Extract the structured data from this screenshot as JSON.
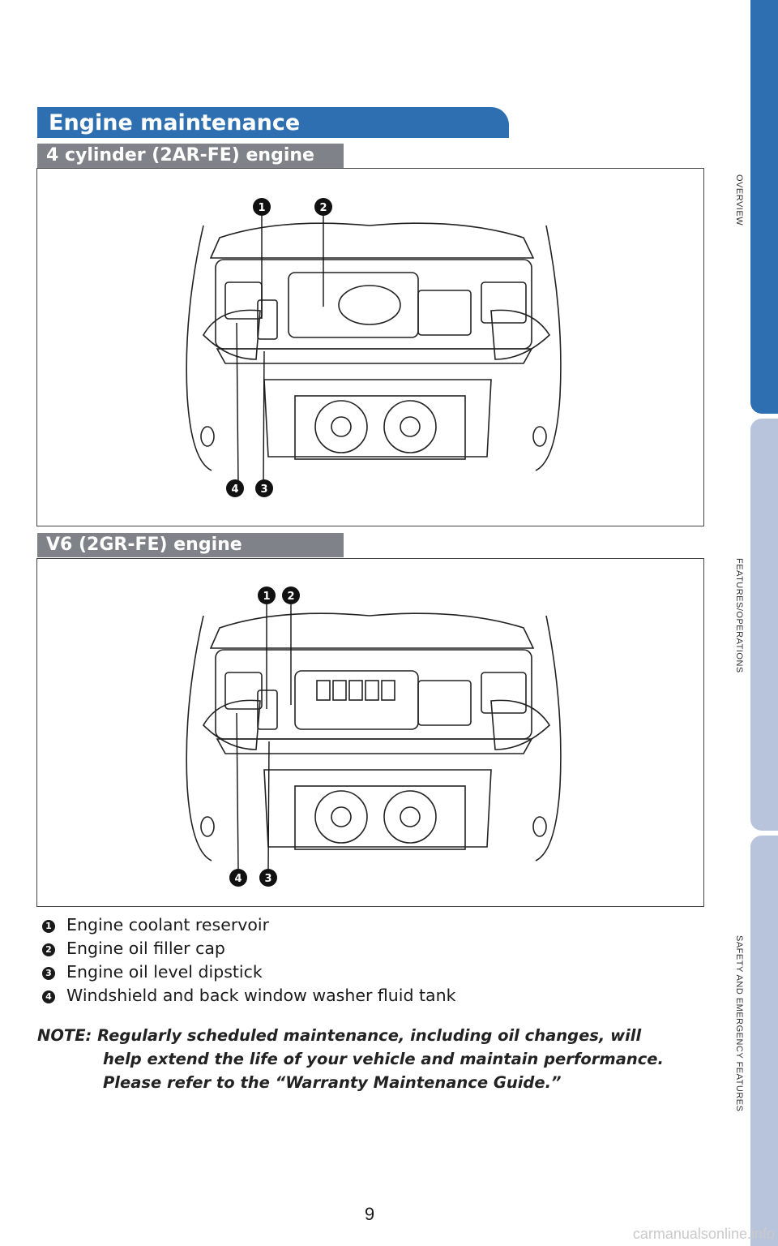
{
  "section_title": "Engine maintenance",
  "diagrams": [
    {
      "title": "4 cylinder (2AR-FE) engine",
      "callouts": [
        "1",
        "2",
        "4",
        "3"
      ]
    },
    {
      "title": "V6 (2GR-FE) engine",
      "callouts": [
        "1",
        "2",
        "4",
        "3"
      ]
    }
  ],
  "legend": [
    {
      "number": "1",
      "text": "Engine coolant reservoir"
    },
    {
      "number": "2",
      "text": "Engine oil filler cap"
    },
    {
      "number": "3",
      "text": "Engine oil level dipstick"
    },
    {
      "number": "4",
      "text": "Windshield and back window washer fluid tank"
    }
  ],
  "note": {
    "line1": "NOTE: Regularly scheduled maintenance, including oil changes, will",
    "line2": "help extend the life of your vehicle and maintain performance.",
    "line3": "Please refer to the “Warranty Maintenance Guide.”"
  },
  "page_number": "9",
  "side_tabs": [
    "OVERVIEW",
    "FEATURES/OPERATIONS",
    "SAFETY AND EMERGENCY FEATURES"
  ],
  "watermark": "carmanualsonline.info",
  "colors": {
    "header_blue": "#2d6fb0",
    "tab_gray": "#7f8288",
    "side_active": "#2d6fb0",
    "side_inactive": "#b8c3dc"
  }
}
